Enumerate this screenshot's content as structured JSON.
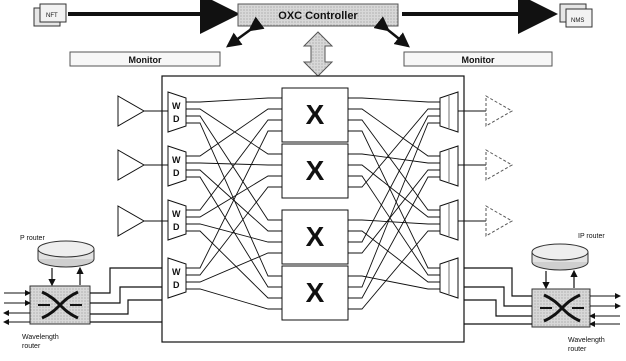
{
  "controller": {
    "label": "OXC Controller"
  },
  "monitors": [
    {
      "label": "Monitor"
    },
    {
      "label": "Monitor"
    }
  ],
  "left_device": {
    "label": "NFT"
  },
  "right_device": {
    "label": "NMS"
  },
  "wdm_labels": [
    {
      "top": "W",
      "bottom": "D"
    },
    {
      "top": "W",
      "bottom": "D"
    },
    {
      "top": "W",
      "bottom": "D"
    },
    {
      "top": "W",
      "bottom": "D"
    }
  ],
  "switches": [
    {
      "label": "X"
    },
    {
      "label": "X"
    },
    {
      "label": "X"
    },
    {
      "label": "X"
    }
  ],
  "left_site": {
    "ip_router": "P router",
    "wavelength_router_1": "Wavelength",
    "wavelength_router_2": "router"
  },
  "right_site": {
    "ip_router": "IP router",
    "wavelength_router_1": "Wavelength",
    "wavelength_router_2": "router"
  }
}
